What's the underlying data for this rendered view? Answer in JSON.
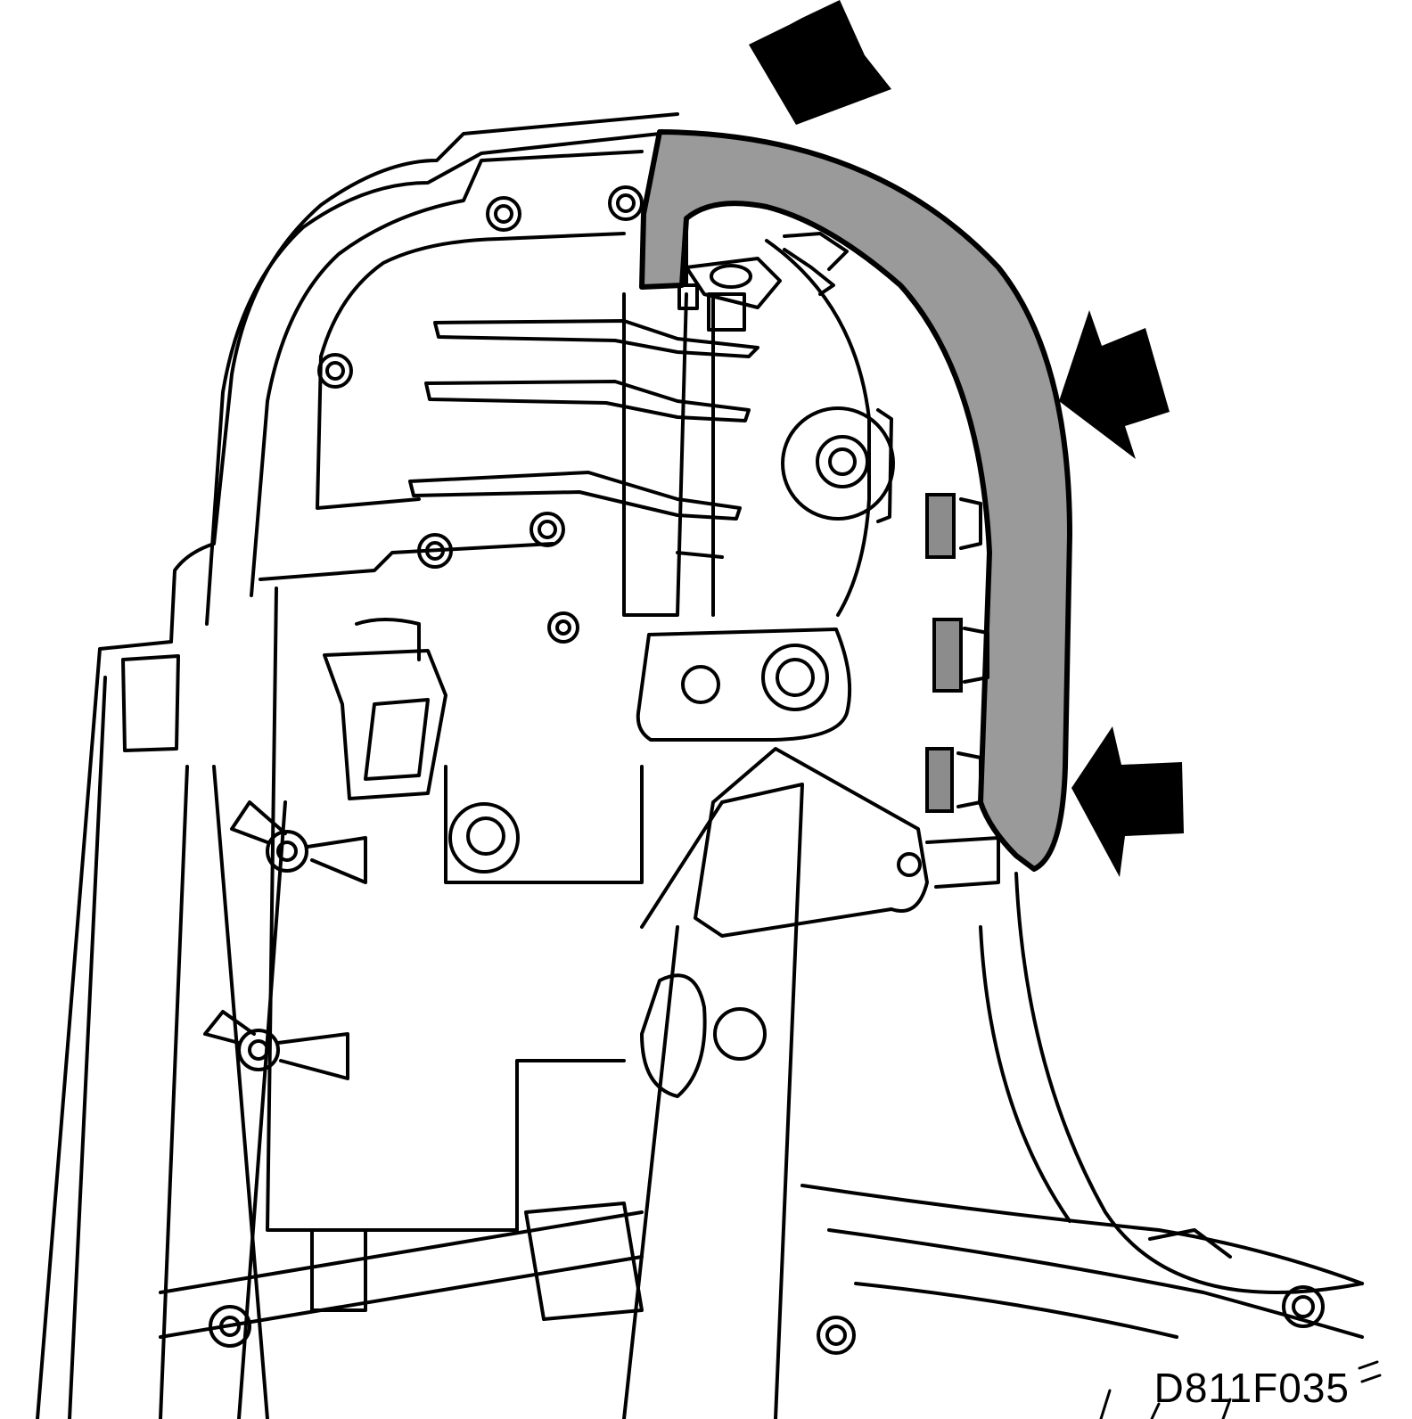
{
  "figure": {
    "code": "D811F035",
    "highlight_color": "#9a9a9a",
    "line_color": "#000000",
    "background": "#ffffff"
  },
  "arrows": [
    {
      "name": "top",
      "icon": "arrow-down-right"
    },
    {
      "name": "middle",
      "icon": "arrow-down-left"
    },
    {
      "name": "bottom",
      "icon": "arrow-down-left"
    }
  ]
}
